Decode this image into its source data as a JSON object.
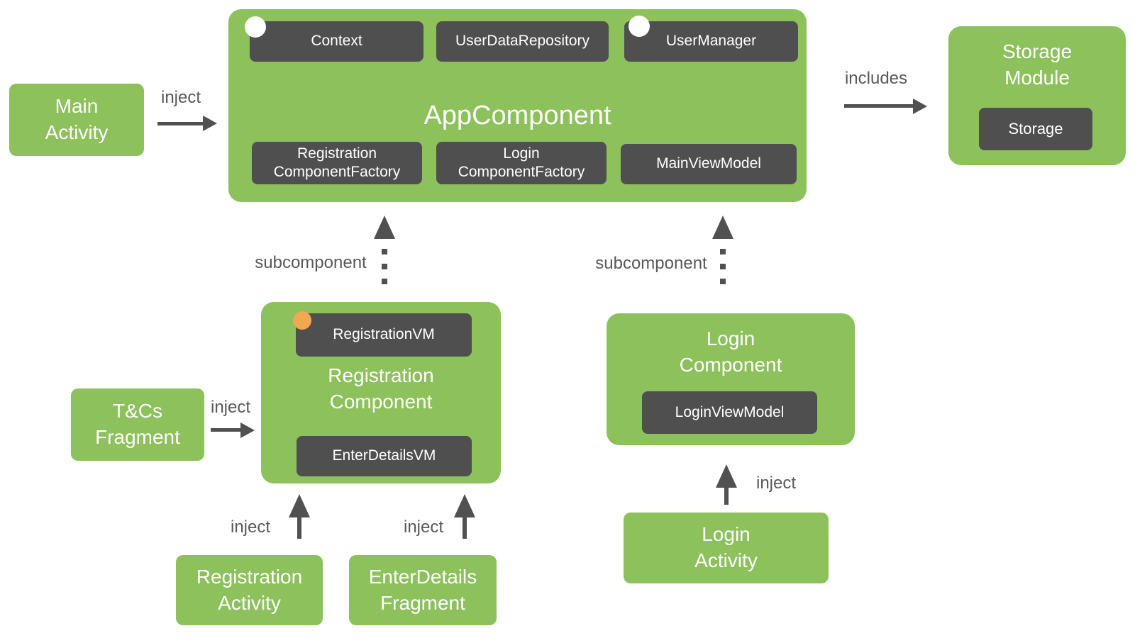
{
  "colors": {
    "box_green": "#8CC15C",
    "chip_dark": "#4F4F4F",
    "arrow_gray": "#515151",
    "edge_label_gray": "#595959",
    "scope_dot_white": "#FFFFFF",
    "scope_dot_orange": "#F2A852",
    "text_on_boxes": "#FFFFFF",
    "background": "#FFFFFF"
  },
  "nodes": {
    "main_activity": {
      "label": "Main\nActivity"
    },
    "app_component": {
      "title": "AppComponent",
      "chips_top": [
        "Context",
        "UserDataRepository",
        "UserManager"
      ],
      "chips_bottom": [
        "Registration\nComponentFactory",
        "Login\nComponentFactory",
        "MainViewModel"
      ]
    },
    "storage_module": {
      "title": "Storage\nModule",
      "chip": "Storage"
    },
    "registration_component": {
      "title": "Registration\nComponent",
      "chip_top": "RegistrationVM",
      "chip_bottom": "EnterDetailsVM"
    },
    "login_component": {
      "title": "Login\nComponent",
      "chip": "LoginViewModel"
    },
    "tcs_fragment": {
      "label": "T&Cs\nFragment"
    },
    "registration_activity": {
      "label": "Registration\nActivity"
    },
    "enterdetails_fragment": {
      "label": "EnterDetails\nFragment"
    },
    "login_activity": {
      "label": "Login\nActivity"
    }
  },
  "edges": {
    "inject_main": {
      "label": "inject"
    },
    "includes": {
      "label": "includes"
    },
    "subcomponent_registration": {
      "label": "subcomponent"
    },
    "subcomponent_login": {
      "label": "subcomponent"
    },
    "inject_tcs": {
      "label": "inject"
    },
    "inject_registration_activity": {
      "label": "inject"
    },
    "inject_enterdetails_fragment": {
      "label": "inject"
    },
    "inject_login_activity": {
      "label": "inject"
    }
  }
}
